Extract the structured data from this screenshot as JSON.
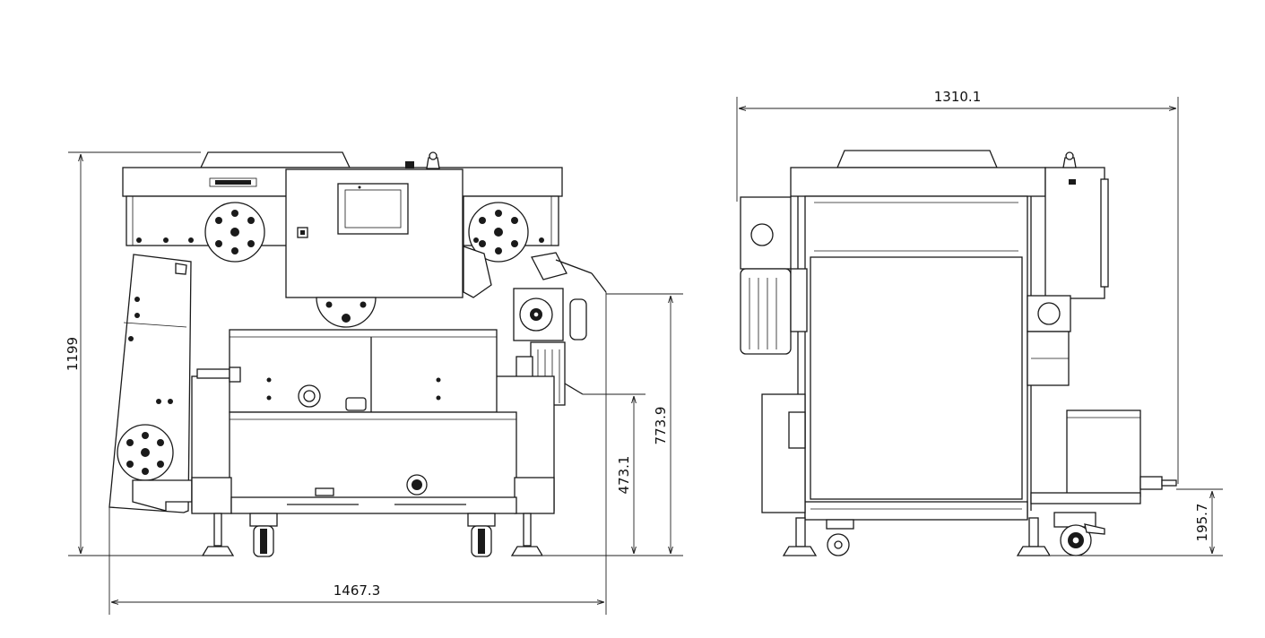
{
  "dimensions": {
    "front_width": "1467.3",
    "front_height": "1199",
    "front_height_773": "773.9",
    "front_height_473": "473.1",
    "side_width": "1310.1",
    "side_height_195": "195.7"
  },
  "screen": {
    "accent_color": "#1a1a1a"
  }
}
